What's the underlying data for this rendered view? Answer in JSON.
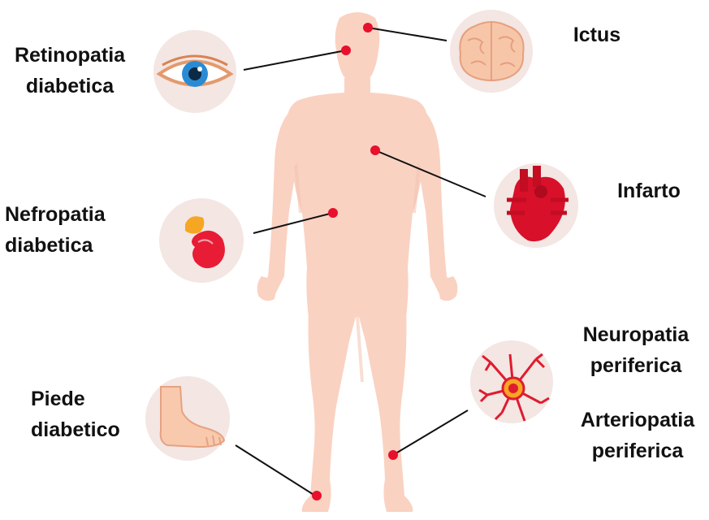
{
  "labels": {
    "retinopatia": [
      "Retinopatia",
      "diabetica"
    ],
    "ictus": [
      "Ictus"
    ],
    "infarto": [
      "Infarto"
    ],
    "nefropatia": [
      "Nefropatia",
      "diabetica"
    ],
    "neuropatia": [
      "Neuropatia",
      "periferica"
    ],
    "arteriopatia": [
      "Arteriopatia",
      "periferica"
    ],
    "piede": [
      "Piede",
      "diabetico"
    ]
  },
  "colors": {
    "body": "#fad2c2",
    "body_shadow": "#f3c2b0",
    "circle_bg": "#f3e6e3",
    "marker": "#e8102c",
    "connector": "#111111",
    "label_text": "#111111"
  },
  "icons": {
    "retinopatia": "eye-icon",
    "ictus": "brain-icon",
    "infarto": "heart-icon",
    "nefropatia": "kidney-icon",
    "neuropatia": "neuron-icon",
    "piede": "foot-icon"
  }
}
